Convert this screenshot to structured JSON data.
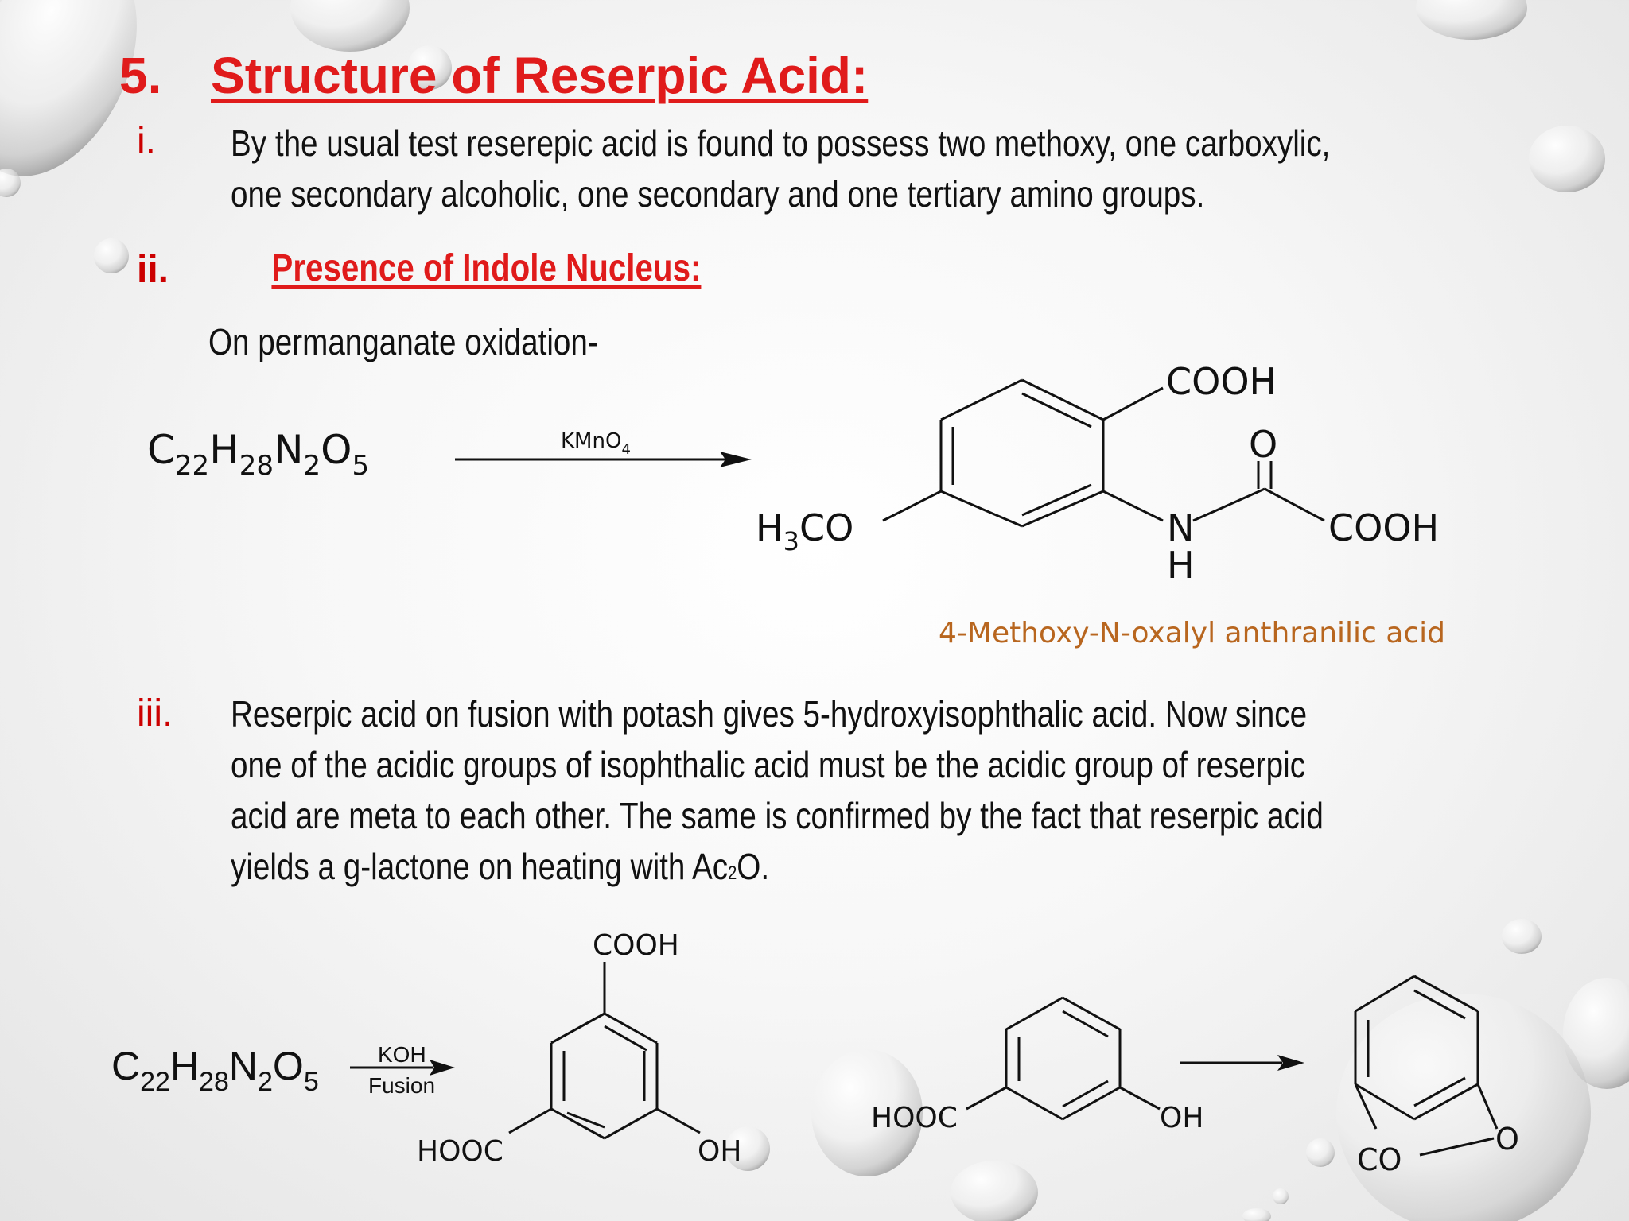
{
  "slide": {
    "title_number": "5.",
    "title_text": "Structure of Reserpic Acid:",
    "items": [
      {
        "marker": "i.",
        "lines": [
          "By the usual test reserepic acid is found to possess two methoxy, one carboxylic,",
          "one secondary alcoholic, one secondary and one tertiary amino groups."
        ]
      },
      {
        "marker": "ii.",
        "heading": "Presence of Indole Nucleus:",
        "intro": "On permanganate oxidation-"
      },
      {
        "marker": "iii.",
        "lines": [
          "Reserpic acid on fusion with potash gives 5-hydroxyisophthalic acid. Now since",
          "one of the acidic groups of isophthalic acid must be the acidic group of reserpic",
          "acid are meta to each other. The same is confirmed by the fact that reserpic acid",
          "yields a g-lactone on heating with Ac",
          "2",
          "O."
        ]
      }
    ]
  },
  "reaction1": {
    "reactant": {
      "C": "C",
      "c_sub": "22",
      "H": "H",
      "h_sub": "28",
      "N": "N",
      "n_sub": "2",
      "O": "O",
      "o_sub": "5"
    },
    "reagent": "KMnO",
    "reagent_sub": "4",
    "product_groups": {
      "top": "COOH",
      "left_prefix": "H",
      "left_sub": "3",
      "left_suffix": "CO",
      "n": "N",
      "h": "H",
      "o": "O",
      "right": "COOH"
    },
    "caption": "4-Methoxy-N-oxalyl anthranilic acid"
  },
  "reaction2": {
    "reactant": {
      "C": "C",
      "c_sub": "22",
      "H": "H",
      "h_sub": "28",
      "N": "N",
      "n_sub": "2",
      "O": "O",
      "o_sub": "5"
    },
    "reagent_top": "KOH",
    "reagent_bottom": "Fusion",
    "product_groups": {
      "top": "COOH",
      "left": "HOOC",
      "right": "OH"
    }
  },
  "reaction3": {
    "reactant_groups": {
      "left": "HOOC",
      "right": "OH"
    },
    "product_groups": {
      "co": "CO",
      "o": "O"
    }
  }
}
